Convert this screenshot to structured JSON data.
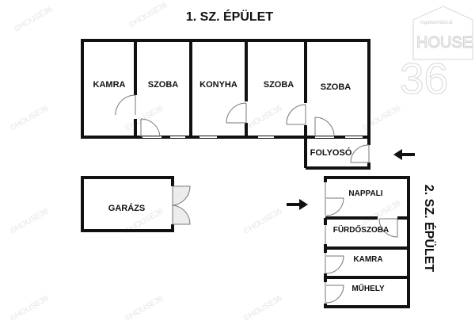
{
  "building1": {
    "title": "1. SZ. ÉPÜLET",
    "rooms": [
      "KAMRA",
      "SZOBA",
      "KONYHA",
      "SZOBA",
      "SZOBA",
      "FOLYOSÓ"
    ]
  },
  "garage": {
    "label": "GARÁZS"
  },
  "building2": {
    "title": "2. SZ. ÉPÜLET",
    "rooms": [
      "NAPPALI",
      "FÜRDŐSZOBA",
      "KAMRA",
      "MŰHELY"
    ]
  },
  "watermark": "©HOUSE36",
  "logo": {
    "line1": "Ingatlanhálózat",
    "line2": "HOUSE",
    "line3": "36"
  },
  "colors": {
    "wall": "#111111",
    "door": "#777777",
    "door_fill": "#ececec"
  }
}
